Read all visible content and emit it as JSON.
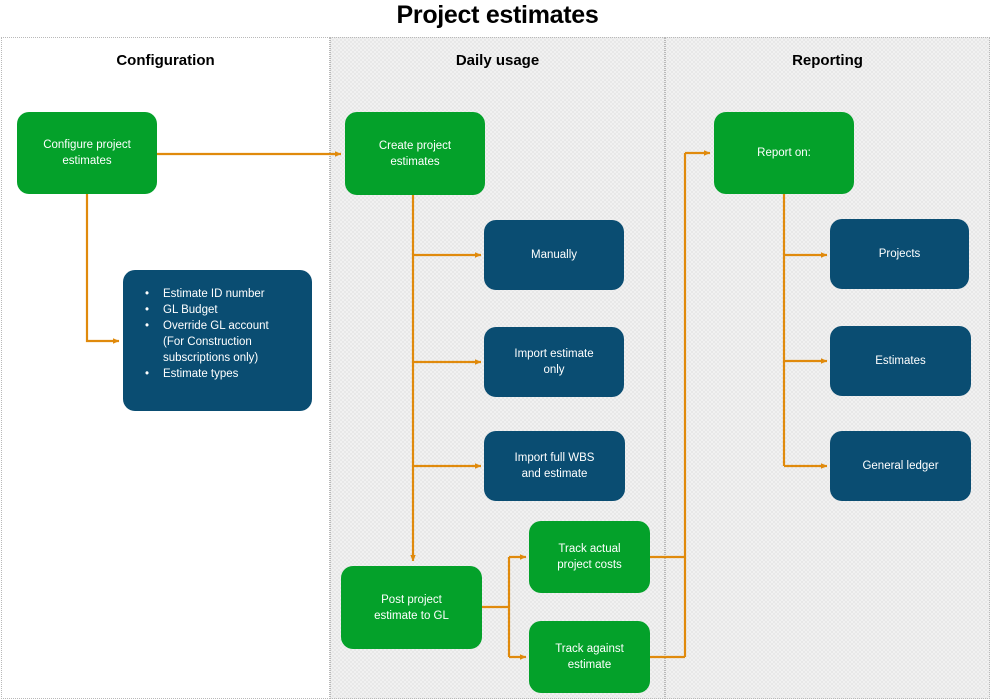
{
  "title": "Project estimates",
  "accent": {
    "green": "#04a12a",
    "blue": "#0a4d72",
    "arrow": "#e08a0c",
    "lane_bg": "#f1f1f1"
  },
  "lanes": [
    {
      "id": "configuration",
      "label": "Configuration"
    },
    {
      "id": "daily-usage",
      "label": "Daily usage"
    },
    {
      "id": "reporting",
      "label": "Reporting"
    }
  ],
  "nodes": {
    "configure_project_estimates": "Configure project\nestimates",
    "create_project_estimates": "Create project\nestimates",
    "report_on": "Report on:",
    "manually": "Manually",
    "import_estimate_only": "Import estimate\nonly",
    "import_full_wbs": "Import full WBS\nand estimate",
    "post_project_estimate_to_gl": "Post project\nestimate to GL",
    "track_actual_project_costs": "Track actual\nproject costs",
    "track_against_estimate": "Track against\nestimate",
    "projects": "Projects",
    "estimates": "Estimates",
    "general_ledger": "General ledger"
  },
  "config_list": {
    "bullet": "•",
    "items": [
      {
        "text": "Estimate ID number",
        "sub": ""
      },
      {
        "text": "GL Budget",
        "sub": ""
      },
      {
        "text": "Override GL account",
        "sub": "(For Construction\nsubscriptions only)"
      },
      {
        "text": "Estimate types",
        "sub": ""
      }
    ]
  }
}
